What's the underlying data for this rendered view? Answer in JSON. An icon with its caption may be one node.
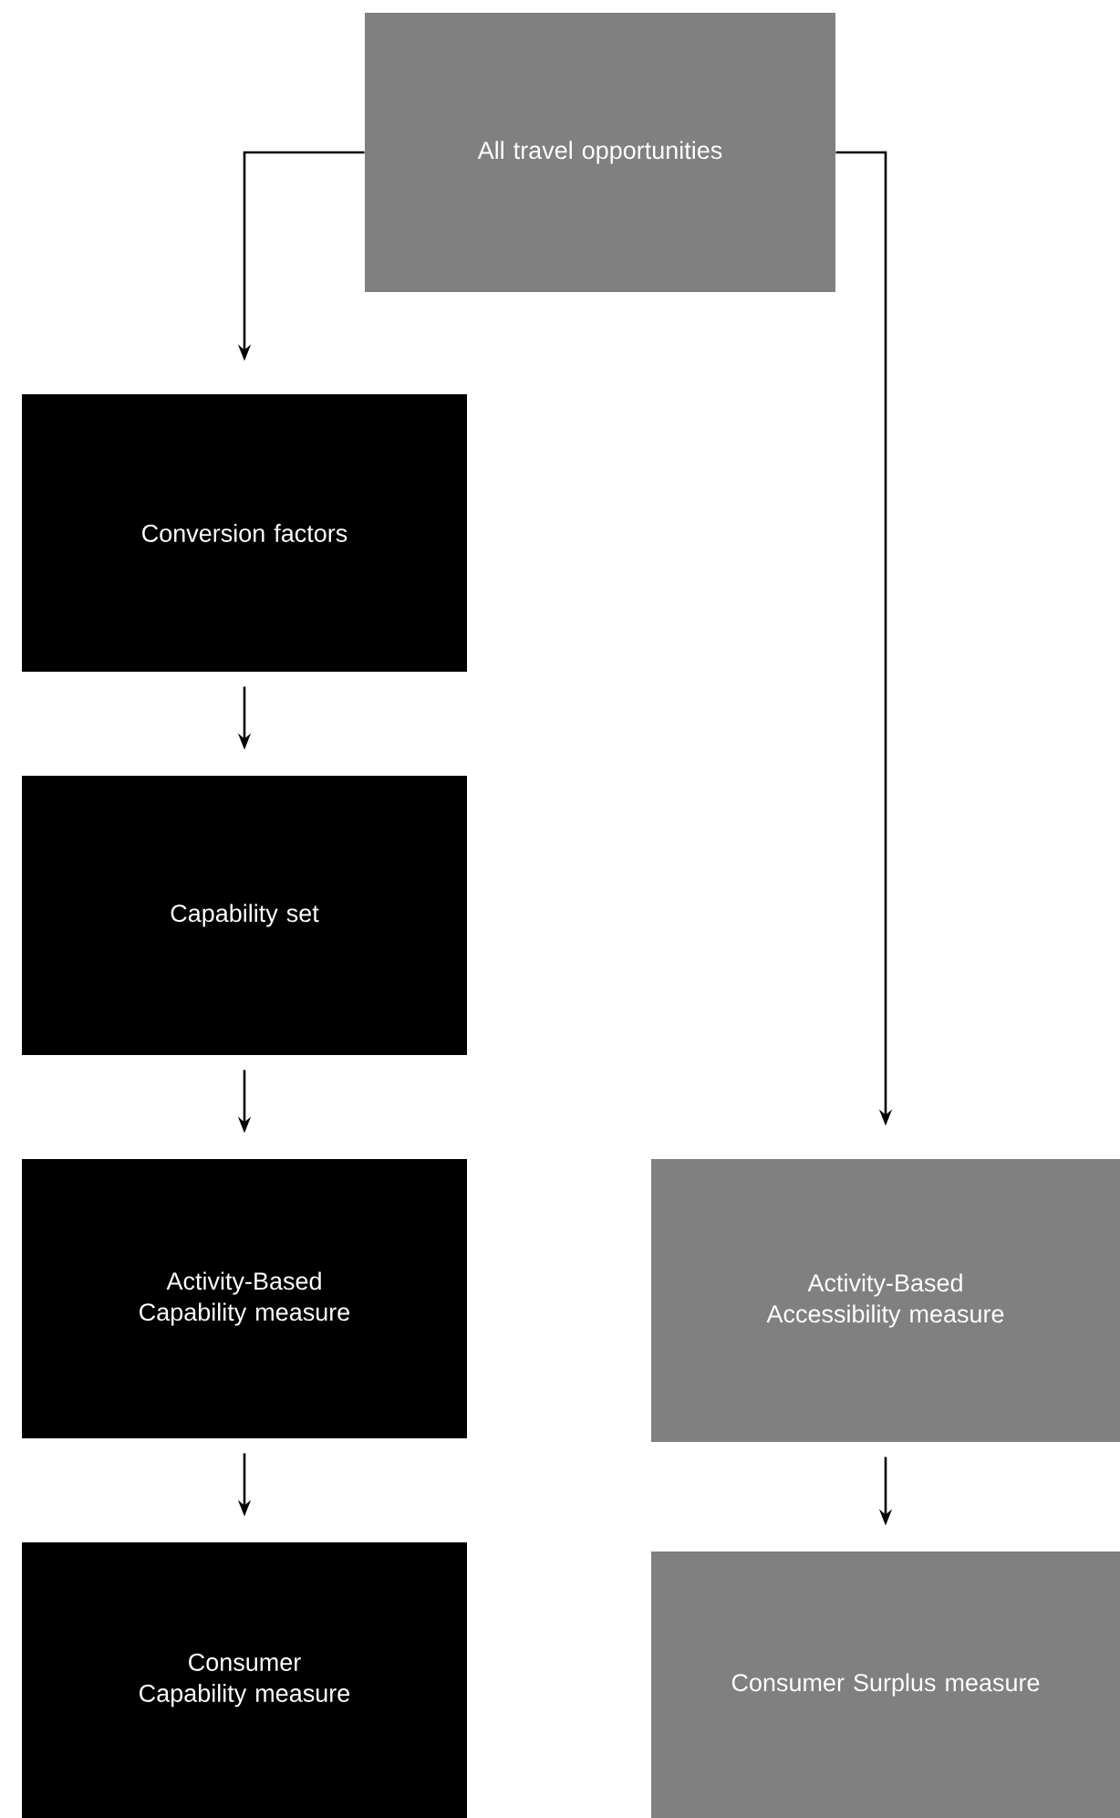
{
  "diagram": {
    "nodes": [
      {
        "text": [
          "All travel opportunities"
        ]
      },
      {
        "text": [
          "Conversion factors"
        ]
      },
      {
        "text": [
          "Capability set"
        ]
      },
      {
        "text": [
          "Activity-Based Capability measure"
        ]
      },
      {
        "text": [
          "Consumer Capability measure"
        ]
      },
      {
        "text": [
          "Activity-Based Accessibility measure"
        ]
      },
      {
        "text": [
          "Consumer Surplus measure"
        ]
      }
    ],
    "edges": [
      {
        "from": 0,
        "to": 1,
        "arrow": "to"
      },
      {
        "from": 0,
        "to": 5,
        "arrow": "to"
      },
      {
        "from": 1,
        "to": 2,
        "arrow": "to"
      },
      {
        "from": 2,
        "to": 3,
        "arrow": "to"
      },
      {
        "from": 3,
        "to": 4,
        "arrow": "to"
      },
      {
        "from": 5,
        "to": 6,
        "arrow": "to"
      }
    ]
  }
}
